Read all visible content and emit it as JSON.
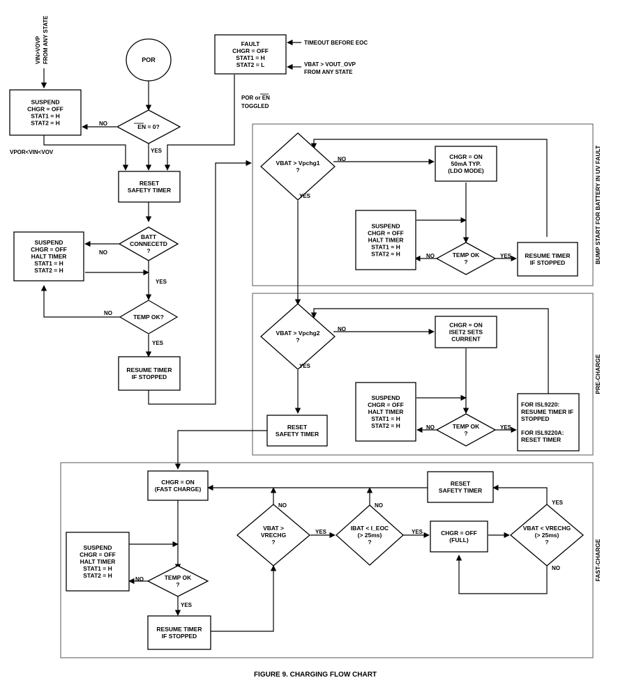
{
  "figure_caption": "FIGURE 9. CHARGING FLOW CHART",
  "regions": {
    "bump_start": "BUMP START FOR BATTERY IN UV FAULT",
    "pre_charge": "PRE-CHARGE",
    "fast_charge": "FAST-CHARGE"
  },
  "entry": {
    "vin_ovp": [
      "VIN>VOVP",
      "FROM ANY STATE"
    ],
    "timeout": "TIMEOUT BEFORE EOC",
    "vbat_ovp": [
      "VBAT > VOUT_OVP",
      "FROM ANY STATE"
    ]
  },
  "nodes": {
    "por": [
      "POR"
    ],
    "fault": [
      "FAULT",
      "CHGR = OFF",
      "STAT1 = H",
      "STAT2 = L"
    ],
    "suspend_top": [
      "SUSPEND",
      "CHGR = OFF",
      "STAT1 = H",
      "STAT2 = H"
    ],
    "en_check": [
      "EN = 0?"
    ],
    "reset_timer_1": [
      "RESET",
      "SAFETY TIMER"
    ],
    "batt_connected": [
      "BATT",
      "CONNECETD",
      "?"
    ],
    "suspend_halt_1": [
      "SUSPEND",
      "CHGR = OFF",
      "HALT TIMER",
      "STAT1 = H",
      "STAT2 = H"
    ],
    "temp_ok_1": [
      "TEMP OK?"
    ],
    "resume_1": [
      "RESUME TIMER",
      "IF STOPPED"
    ],
    "vbat_pchg1": [
      "VBAT > Vpchg1",
      "?"
    ],
    "ldo_mode": [
      "CHGR = ON",
      "50mA TYP.",
      "(LDO MODE)"
    ],
    "suspend_halt_2": [
      "SUSPEND",
      "CHGR = OFF",
      "HALT TIMER",
      "STAT1 = H",
      "STAT2 = H"
    ],
    "temp_ok_2": [
      "TEMP OK",
      "?"
    ],
    "resume_2": [
      "RESUME TIMER",
      "IF STOPPED"
    ],
    "vbat_pchg2": [
      "VBAT > Vpchg2",
      "?"
    ],
    "iset2": [
      "CHGR = ON",
      "ISET2 SETS",
      "CURRENT"
    ],
    "suspend_halt_3": [
      "SUSPEND",
      "CHGR = OFF",
      "HALT TIMER",
      "STAT1 = H",
      "STAT2 = H"
    ],
    "temp_ok_3": [
      "TEMP OK",
      "?"
    ],
    "isl_note": [
      "FOR ISL9220:",
      "RESUME TIMER IF",
      "STOPPED",
      "",
      "FOR ISL9220A:",
      "RESET TIMER"
    ],
    "reset_timer_2": [
      "RESET",
      "SAFETY TIMER"
    ],
    "fast_charge": [
      "CHGR = ON",
      "(FAST CHARGE)"
    ],
    "reset_timer_3": [
      "RESET",
      "SAFETY TIMER"
    ],
    "suspend_halt_4": [
      "SUSPEND",
      "CHGR = OFF",
      "HALT TIMER",
      "STAT1 = H",
      "STAT2 = H"
    ],
    "temp_ok_4": [
      "TEMP OK",
      "?"
    ],
    "resume_3": [
      "RESUME TIMER",
      "IF STOPPED"
    ],
    "vbat_vrechg": [
      "VBAT >",
      "VRECHG",
      "?"
    ],
    "ibat_eoc": [
      "IBAT < I_EOC",
      "(> 25ms)",
      "?"
    ],
    "full": [
      "CHGR = OFF",
      "(FULL)"
    ],
    "vbat_lt_vrechg": [
      "VBAT < VRECHG",
      "(> 25ms)",
      "?"
    ]
  },
  "edge_labels": {
    "no": "NO",
    "yes": "YES",
    "vpor": "VPOR<VIN<VOV",
    "por_en": [
      "POR or EN",
      "TOGGLED"
    ]
  }
}
